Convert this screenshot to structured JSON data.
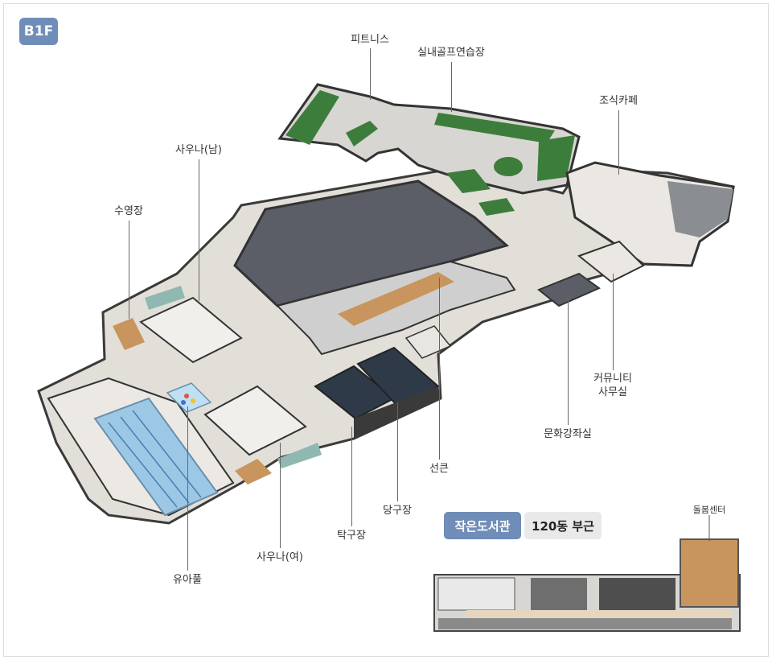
{
  "floor": "B1F",
  "facilities": {
    "fitness": "피트니스",
    "indoor_golf": "실내골프연습장",
    "breakfast_cafe": "조식카페",
    "sauna_men": "사우나(남)",
    "swimming_pool": "수영장",
    "community_office": "커뮤니티\n사무실",
    "lecture_room": "문화강좌실",
    "sungeun": "선큰",
    "billiards": "당구장",
    "table_tennis": "탁구장",
    "sauna_women": "사우나(여)",
    "kids_pool": "유아풀"
  },
  "location_map": {
    "title": "작은도서관",
    "near": "120동 부근",
    "care_center": "돌봄센터"
  },
  "colors": {
    "badge": "#6f8db8",
    "floor_surface": "#e2dfd9",
    "wall": "#3a3a3a",
    "pool_water": "#9cc8e6",
    "golf_green": "#3d7d3c",
    "gym_floor": "#5b5e66",
    "court_floor": "#2f3a48",
    "highlight_area": "#c8955e"
  }
}
